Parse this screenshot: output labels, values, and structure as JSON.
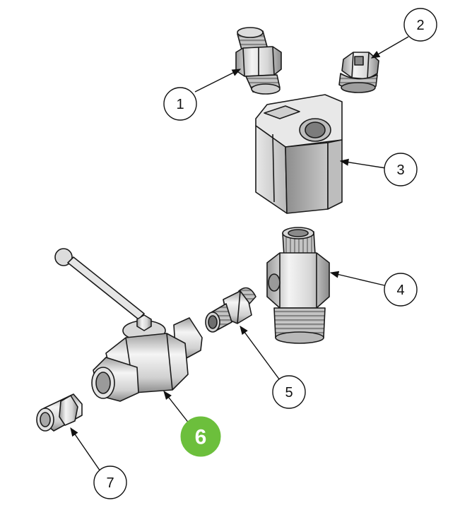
{
  "diagram": {
    "highlight_color": "#6cbf3c",
    "callouts": [
      {
        "id": "c1",
        "label": "1"
      },
      {
        "id": "c2",
        "label": "2"
      },
      {
        "id": "c3",
        "label": "3"
      },
      {
        "id": "c4",
        "label": "4"
      },
      {
        "id": "c5",
        "label": "5"
      },
      {
        "id": "c6",
        "label": "6",
        "highlighted": true
      },
      {
        "id": "c7",
        "label": "7"
      }
    ]
  }
}
